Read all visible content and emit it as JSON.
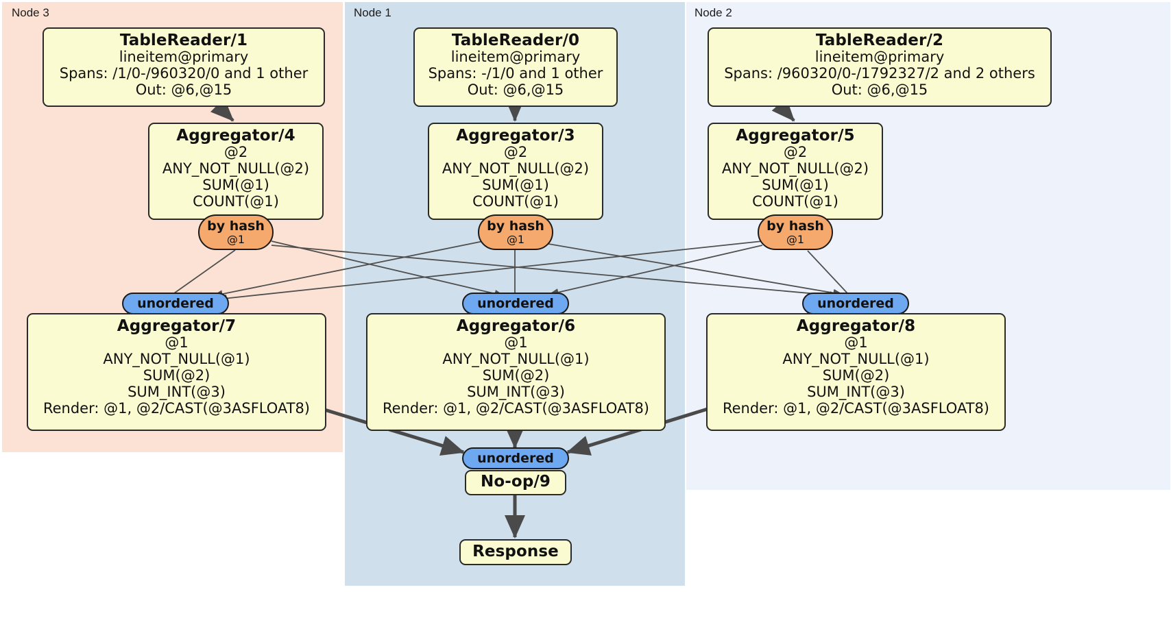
{
  "diagram": {
    "title": "distributed-query-plan",
    "colors": {
      "node3_bg": "#fbe2d5",
      "node1_bg": "#cfdfeb",
      "node2_bg": "#eef2fb",
      "box_fill": "#fbfbd2",
      "box_stroke": "#2a2a2a",
      "hash_pill": "#f5a96c",
      "unordered_pill": "#6ea8f0",
      "edge": "#4a4a4a",
      "edge_thin": "#555555"
    },
    "nodes": [
      {
        "id": "node3",
        "label": "Node 3"
      },
      {
        "id": "node1",
        "label": "Node 1"
      },
      {
        "id": "node2",
        "label": "Node 2"
      }
    ],
    "boxes": [
      {
        "id": "tablereader1",
        "title": "TableReader/1",
        "lines": [
          "lineitem@primary",
          "Spans: /1/0-/960320/0 and 1 other",
          "Out: @6,@15"
        ]
      },
      {
        "id": "tablereader0",
        "title": "TableReader/0",
        "lines": [
          "lineitem@primary",
          "Spans: -/1/0 and 1 other",
          "Out: @6,@15"
        ]
      },
      {
        "id": "tablereader2",
        "title": "TableReader/2",
        "lines": [
          "lineitem@primary",
          "Spans: /960320/0-/1792327/2 and 2 others",
          "Out: @6,@15"
        ]
      },
      {
        "id": "aggregator4",
        "title": "Aggregator/4",
        "lines": [
          "@2",
          "ANY_NOT_NULL(@2)",
          "SUM(@1)",
          "COUNT(@1)"
        ]
      },
      {
        "id": "aggregator3",
        "title": "Aggregator/3",
        "lines": [
          "@2",
          "ANY_NOT_NULL(@2)",
          "SUM(@1)",
          "COUNT(@1)"
        ]
      },
      {
        "id": "aggregator5",
        "title": "Aggregator/5",
        "lines": [
          "@2",
          "ANY_NOT_NULL(@2)",
          "SUM(@1)",
          "COUNT(@1)"
        ]
      },
      {
        "id": "aggregator7",
        "title": "Aggregator/7",
        "lines": [
          "@1",
          "ANY_NOT_NULL(@1)",
          "SUM(@2)",
          "SUM_INT(@3)",
          "Render: @1, @2/CAST(@3ASFLOAT8)"
        ]
      },
      {
        "id": "aggregator6",
        "title": "Aggregator/6",
        "lines": [
          "@1",
          "ANY_NOT_NULL(@1)",
          "SUM(@2)",
          "SUM_INT(@3)",
          "Render: @1, @2/CAST(@3ASFLOAT8)"
        ]
      },
      {
        "id": "aggregator8",
        "title": "Aggregator/8",
        "lines": [
          "@1",
          "ANY_NOT_NULL(@1)",
          "SUM(@2)",
          "SUM_INT(@3)",
          "Render: @1, @2/CAST(@3ASFLOAT8)"
        ]
      },
      {
        "id": "noop9",
        "title": "No-op/9",
        "lines": []
      },
      {
        "id": "response",
        "title": "Response",
        "lines": []
      }
    ],
    "routers": [
      {
        "id": "hash-left",
        "label": "by hash",
        "sub": "@1"
      },
      {
        "id": "hash-center",
        "label": "by hash",
        "sub": "@1"
      },
      {
        "id": "hash-right",
        "label": "by hash",
        "sub": "@1"
      }
    ],
    "receivers": [
      {
        "id": "unordered-left",
        "label": "unordered"
      },
      {
        "id": "unordered-center",
        "label": "unordered"
      },
      {
        "id": "unordered-right",
        "label": "unordered"
      },
      {
        "id": "unordered-final",
        "label": "unordered"
      }
    ]
  }
}
